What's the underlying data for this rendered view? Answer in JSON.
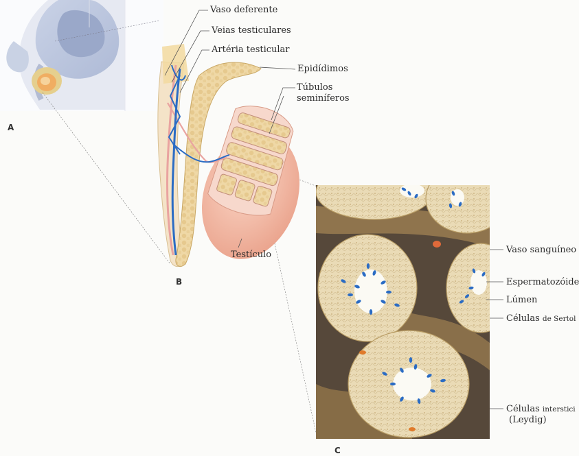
{
  "panels": {
    "a": "A",
    "b": "B",
    "c": "C"
  },
  "labels": {
    "vaso_deferente": "Vaso deferente",
    "veias_testiculares": "Veias testiculares",
    "arteria_testicular": "Artéria testicular",
    "epididimos": "Epidídimos",
    "tubulos_line1": "Túbulos",
    "tubulos_line2": "seminíferos",
    "testiculo": "Testículo",
    "vaso_sanguineo": "Vaso sanguíneo",
    "espermatozoide": "Espermatozóide",
    "lumen": "Lúmen",
    "celulas_sertoli_a": "Células ",
    "celulas_sertoli_b": "de Sertol",
    "celulas_intersticiais_a": "Células ",
    "celulas_intersticiais_b": "interstici",
    "leydig": "(Leydig)"
  },
  "colors": {
    "vein": "#2b6cc4",
    "artery": "#e9a3a0",
    "tissue": "#f1d7a3",
    "testis": "#f2b4a0",
    "interstitium": "#4a3f36"
  }
}
